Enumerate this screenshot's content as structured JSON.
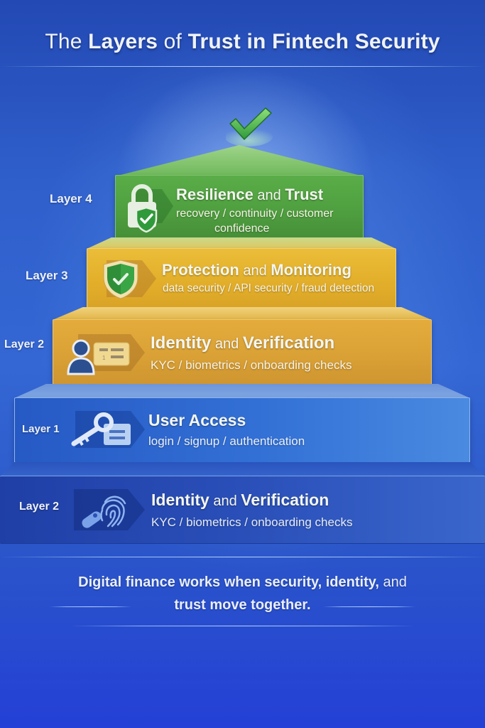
{
  "title": {
    "parts": [
      {
        "text": "The ",
        "weight": "light"
      },
      {
        "text": "Layers",
        "weight": "bold"
      },
      {
        "text": " of ",
        "weight": "light"
      },
      {
        "text": "Trust in Fintech Security",
        "weight": "bold"
      }
    ]
  },
  "layers": [
    {
      "label": "Layer 4",
      "heading_bold_1": "Resilience",
      "heading_connector": " and ",
      "heading_bold_2": "Trust",
      "subtitle_line1": "recovery / continuity / customer",
      "subtitle_line2": "confidence",
      "icon": "padlock-shield-check-icon",
      "color": "#4e9e3f"
    },
    {
      "label": "Layer 3",
      "heading_bold_1": "Protection",
      "heading_connector": " and ",
      "heading_bold_2": "Monitoring",
      "subtitle_line1": "data security / API security / fraud detection",
      "icon": "shield-check-icon",
      "color": "#e2ae2a"
    },
    {
      "label": "Layer 2",
      "heading_bold_1": "Identity",
      "heading_connector": " and ",
      "heading_bold_2": "Verification",
      "subtitle_line1": "KYC / biometrics / onboarding checks",
      "icon": "user-id-card-icon",
      "color": "#d9a035"
    },
    {
      "label": "Layer 1",
      "heading_bold_1": "User Access",
      "heading_connector": "",
      "heading_bold_2": "",
      "subtitle_line1": "login / signup / authentication",
      "icon": "key-card-icon",
      "color": "#2f66d0"
    },
    {
      "label": "Layer 2",
      "heading_bold_1": "Identity",
      "heading_connector": " and ",
      "heading_bold_2": "Verification",
      "subtitle_line1": "KYC / biometrics / onboarding checks",
      "icon": "fingerprint-icon",
      "color": "#2a4fb8"
    }
  ],
  "footer": {
    "line1_part1": "Digital finance works when",
    "line1_part2": " security, identity,",
    "line1_part3": " and",
    "line2": "trust move together."
  }
}
